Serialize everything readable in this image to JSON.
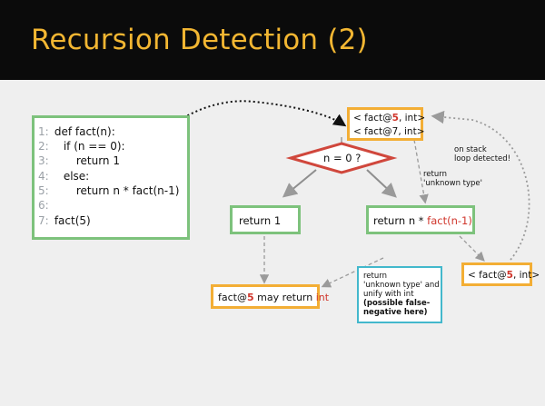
{
  "slide": {
    "title": "Recursion Detection (2)"
  },
  "code": {
    "lines": [
      {
        "num": "1:",
        "text": "def fact(n):"
      },
      {
        "num": "2:",
        "text": "if (n == 0):"
      },
      {
        "num": "3:",
        "text": "return 1"
      },
      {
        "num": "4:",
        "text": "else:"
      },
      {
        "num": "5:",
        "text": "return n * fact(n-1)"
      },
      {
        "num": "6:",
        "text": ""
      },
      {
        "num": "7:",
        "text": "fact(5)"
      }
    ]
  },
  "stack_top": {
    "line1_pre": "< fact@",
    "line1_num": "5",
    "line1_post": ", int>",
    "line2": "< fact@7, int>"
  },
  "decision": {
    "label": "n = 0 ?"
  },
  "return_one": {
    "label": "return 1"
  },
  "return_rec": {
    "pre": "return n * ",
    "call": "fact(n-1)"
  },
  "stack_right": {
    "pre": "< fact@",
    "num": "5",
    "post": ", int>"
  },
  "result": {
    "pre": "fact@",
    "num": "5",
    "mid": " may return ",
    "type": "int"
  },
  "notes": {
    "on_stack_1": "on stack",
    "on_stack_2": "loop detected!",
    "return_unknown_1": "return",
    "return_unknown_2": "'unknown type'",
    "unify_1": "return",
    "unify_2": "'unknown type' and",
    "unify_3": "unify with int",
    "unify_4": "(possible false-",
    "unify_5": "negative here)"
  },
  "colors": {
    "title": "#f2b632",
    "green_border": "#7dc27c",
    "orange_border": "#f3ae35",
    "cyan_border": "#43b8cc",
    "diamond": "#d0473c",
    "highlight_red": "#d0362c"
  }
}
